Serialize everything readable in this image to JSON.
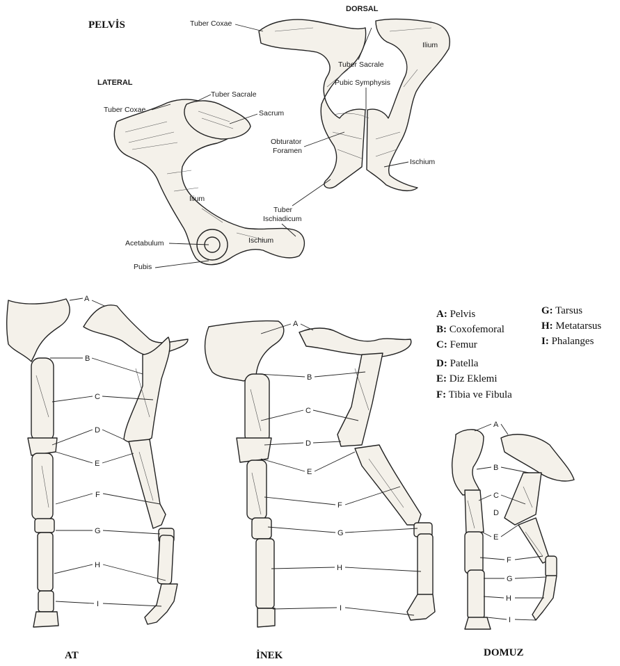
{
  "pelvis": {
    "title": "PELVİS",
    "lateral_view": {
      "heading": "LATERAL",
      "labels": {
        "tuber_coxae": "Tuber Coxae",
        "tuber_sacrale": "Tuber Sacrale",
        "sacrum": "Sacrum",
        "ilium": "Ilium",
        "acetabulum": "Acetabulum",
        "ischium": "Ischium",
        "pubis": "Pubis"
      }
    },
    "dorsal_view": {
      "heading": "DORSAL",
      "labels": {
        "tuber_coxae": "Tuber Coxae",
        "ilium": "Ilium",
        "tuber_sacrale": "Tuber Sacrale",
        "pubic_symphysis": "Pubic Symphysis",
        "obturator_foramen_1": "Obturator",
        "obturator_foramen_2": "Foramen",
        "ischium": "Ischium",
        "tuber_ischiadicum_1": "Tuber",
        "tuber_ischiadicum_2": "Ischiadicum"
      }
    }
  },
  "limbs": {
    "letters": [
      "A",
      "B",
      "C",
      "D",
      "E",
      "F",
      "G",
      "H",
      "I"
    ],
    "species": {
      "horse": "AT",
      "cow": "İNEK",
      "pig": "DOMUZ"
    }
  },
  "legend": {
    "col1": [
      {
        "key": "A:",
        "text": "Pelvis"
      },
      {
        "key": "B:",
        "text": "Coxofemoral"
      },
      {
        "key": "C:",
        "text": "Femur"
      },
      {
        "key": "D:",
        "text": "Patella"
      },
      {
        "key": "E:",
        "text": "Diz Eklemi"
      },
      {
        "key": "F:",
        "text": "Tibia ve Fibula"
      }
    ],
    "col2": [
      {
        "key": "G:",
        "text": "Tarsus"
      },
      {
        "key": "H:",
        "text": "Metatarsus"
      },
      {
        "key": "I:",
        "text": "Phalanges"
      }
    ]
  }
}
